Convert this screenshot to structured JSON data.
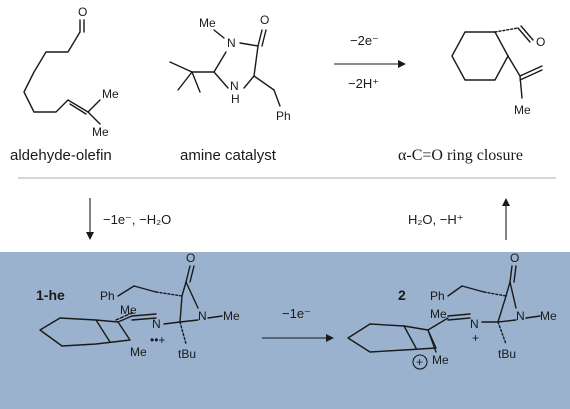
{
  "captions": {
    "aldehyde": "aldehyde-olefin",
    "catalyst": "amine catalyst",
    "product": "α-C=O ring closure"
  },
  "conditions": {
    "oxidation_top": "−2e⁻",
    "oxidation_bottom": "−2H⁺",
    "left_down": "−1e⁻, −H₂O",
    "right_up": "H₂O, −H⁺",
    "radical_step": "−1e⁻"
  },
  "intermediates": {
    "label_1": "1-he",
    "label_2": "2"
  },
  "atoms": {
    "O": "O",
    "Me": "Me",
    "N": "N",
    "H": "H",
    "Ph": "Ph",
    "tBu": "tBu",
    "radical_cation": "••+",
    "plus": "+",
    "circle_plus": "+"
  },
  "colors": {
    "panel": "#9bb2cf",
    "divider": "#c9c9c9",
    "ink": "#1a1a1a"
  }
}
